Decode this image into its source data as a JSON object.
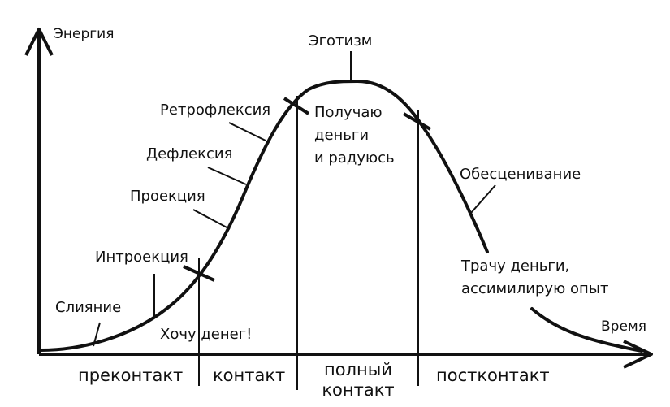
{
  "axes": {
    "y_label": "Энергия",
    "x_label": "Время"
  },
  "phases": {
    "precontact": "преконтакт",
    "contact": "контакт",
    "full_contact_line1": "полный",
    "full_contact_line2": "контакт",
    "postcontact": "постконтакт"
  },
  "annotations": {
    "merging": "Слияние",
    "introjection": "Интроекция",
    "projection": "Проекция",
    "deflection": "Дефлексия",
    "retroflection": "Ретрофлексия",
    "egotism": "Эготизм",
    "devaluation": "Обесценивание"
  },
  "notes": {
    "want_money": "Хочу денег!",
    "get_money_line1": "Получаю",
    "get_money_line2": "деньги",
    "get_money_line3": "и радуюсь",
    "spend_money_line1": "Трачу деньги,",
    "spend_money_line2": "ассимилирую опыт"
  },
  "colors": {
    "ink": "#111111",
    "background": "#ffffff"
  }
}
